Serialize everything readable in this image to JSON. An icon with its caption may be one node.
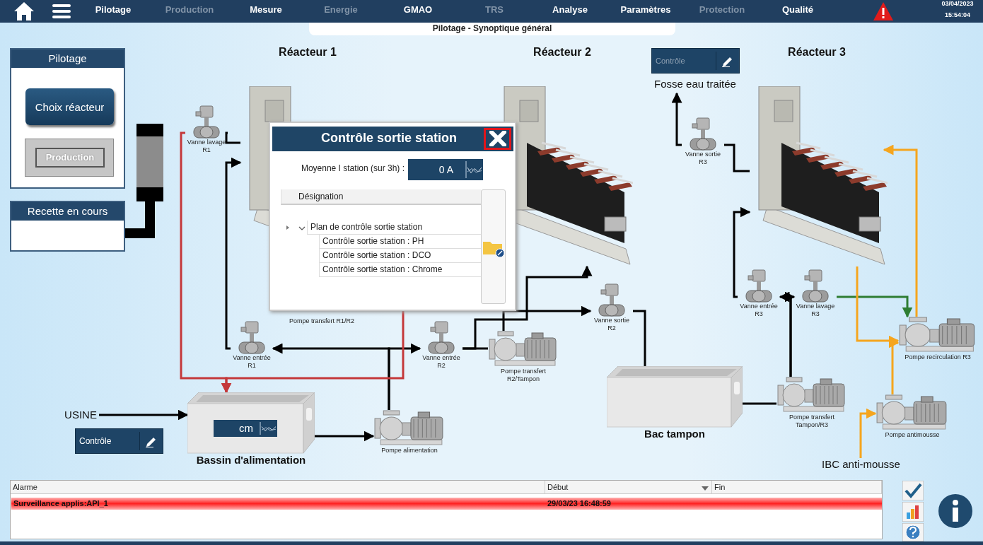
{
  "diagram": {
    "title": "Pilotage - Synoptique général",
    "nodes": [
      {
        "text": [
          "Pilotage"
        ]
      },
      {
        "text": [
          "Choix réacteur"
        ],
        "in": 0
      },
      {
        "text": [
          "Production"
        ],
        "in": 0
      },
      {
        "text": [
          "Recette en cours"
        ]
      },
      {
        "text": [],
        "shape": "cylinder"
      },
      {
        "text": [
          "Réacteur 1"
        ]
      },
      {
        "text": [
          "Réacteur 2"
        ]
      },
      {
        "text": [
          "Réacteur 3"
        ]
      },
      {
        "text": [
          "Fosse eau traitée"
        ]
      },
      {
        "text": [
          "Vanne lavage R1"
        ]
      },
      {
        "text": [
          "Vanne sortie R3"
        ]
      },
      {
        "text": [
          "Contrôle sortie station"
        ]
      },
      {
        "text": [
          "Vanne entrée R3"
        ]
      },
      {
        "text": [
          "Vanne lavage R3"
        ]
      },
      {
        "text": [
          "Vanne sortie R2"
        ]
      },
      {
        "text": [
          "Pompe transfert R1/R2"
        ]
      },
      {
        "text": [
          "Pompe recirculation R3"
        ]
      },
      {
        "text": [
          "Vanne entrée R1"
        ]
      },
      {
        "text": [
          "Vanne entrée R2"
        ]
      },
      {
        "text": [
          "Pompe transfert R2/Tampon"
        ]
      },
      {
        "text": [
          "Bac tampon"
        ]
      },
      {
        "text": [
          "cm",
          "Bassin d'alimentation"
        ]
      },
      {
        "text": [
          "USINE"
        ]
      },
      {
        "text": [
          "Pompe transfert Tampon/R3"
        ]
      },
      {
        "text": [
          "Pompe antimousse"
        ]
      },
      {
        "text": [
          "Pompe alimentation"
        ]
      },
      {
        "text": [
          "IBC anti-mousse"
        ]
      }
    ],
    "edges": [
      {
        "from": 22,
        "to": 21,
        "arrow": "to"
      },
      {
        "from": 21,
        "to": 25,
        "arrow": "to"
      },
      {
        "from": 25,
        "to": 17,
        "arrow": "to"
      },
      {
        "from": 25,
        "to": 18,
        "arrow": "to"
      },
      {
        "from": 17,
        "to": 5,
        "arrow": "to"
      },
      {
        "from": 5,
        "to": 9,
        "arrow": "none"
      },
      {
        "from": 9,
        "to": 21,
        "arrow": "to",
        "color": "#c4383a"
      },
      {
        "from": 11,
        "to": 21,
        "arrow": "to",
        "color": "#c4383a"
      },
      {
        "from": 18,
        "to": 6,
        "arrow": "to"
      },
      {
        "from": 18,
        "to": 19,
        "arrow": "none"
      },
      {
        "from": 19,
        "to": 14,
        "arrow": "to"
      },
      {
        "from": 14,
        "to": 20,
        "arrow": "none"
      },
      {
        "from": 20,
        "to": 23,
        "arrow": "none"
      },
      {
        "from": 23,
        "to": 12,
        "arrow": "to"
      },
      {
        "from": 23,
        "to": 13,
        "arrow": "to"
      },
      {
        "from": 12,
        "to": 7,
        "arrow": "to"
      },
      {
        "from": 7,
        "to": 10,
        "arrow": "none"
      },
      {
        "from": 10,
        "to": 8,
        "arrow": "to"
      },
      {
        "from": 13,
        "to": 16,
        "arrow": "to",
        "color": "#2e7d32"
      },
      {
        "from": 7,
        "to": 16,
        "arrow": "to",
        "color": "#f5a51e"
      },
      {
        "from": 16,
        "to": 7,
        "arrow": "to",
        "color": "#f5a51e"
      },
      {
        "from": 24,
        "to": 16,
        "arrow": "to",
        "color": "#f5a51e"
      },
      {
        "from": 26,
        "to": 24,
        "arrow": "to",
        "color": "#f5a51e"
      },
      {
        "from": 4,
        "to": 3,
        "arrow": "none",
        "style": "thick"
      }
    ],
    "labels": [
      "Pilotage",
      "Production",
      "Mesure",
      "Energie",
      "GMAO",
      "TRS",
      "Analyse",
      "Paramètres",
      "Protection",
      "Qualité",
      "03/04/2023",
      "15:54:04",
      "Contrôle",
      "Moyenne I station (sur 3h) :",
      "0 A",
      "Désignation",
      "Plan de contrôle sortie station",
      "Contrôle sortie station : PH",
      "Contrôle sortie station : DCO",
      "Contrôle sortie station : Chrome",
      "Contrôle",
      "Alarme",
      "Début",
      "Fin",
      "Surveillance applis:API_1",
      "29/03/23 16:48:59"
    ]
  }
}
